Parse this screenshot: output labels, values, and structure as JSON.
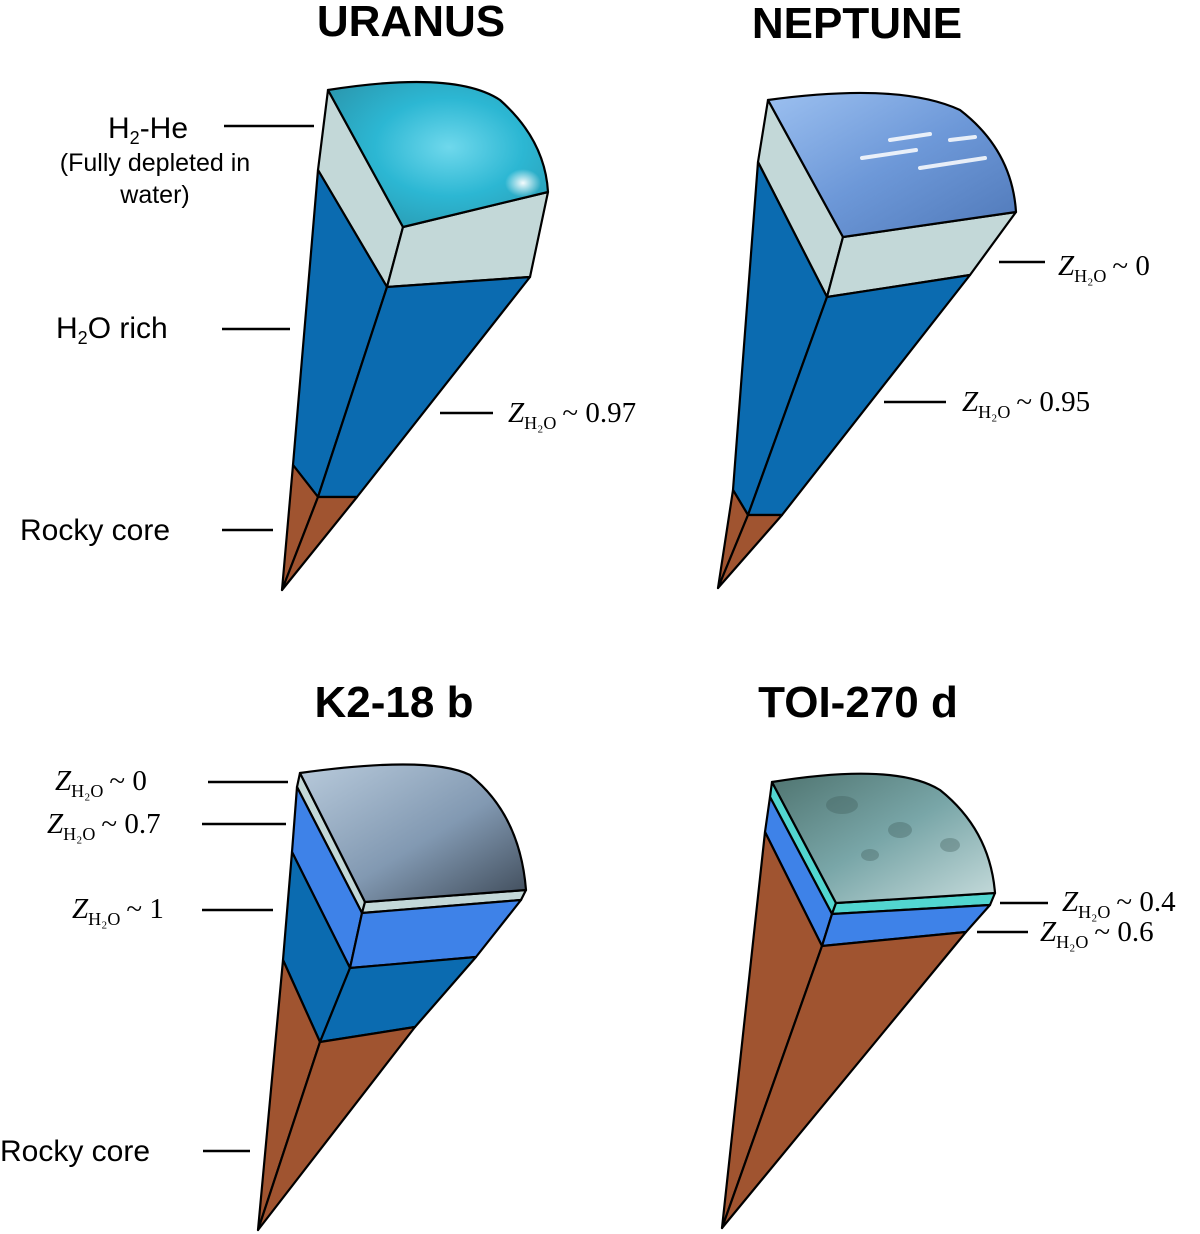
{
  "panels": {
    "uranus": {
      "title": "URANUS",
      "labels": {
        "h2he": {
          "main": "H",
          "sub": "2",
          "rest": "-He"
        },
        "h2he_note_1": "(Fully depleted in",
        "h2he_note_2": "water)",
        "h2o_rich": {
          "main": "H",
          "sub": "2",
          "rest": "O rich"
        },
        "rocky_core": "Rocky core"
      },
      "z_labels": [
        {
          "z": "Z",
          "sub": "H₂O",
          "value": "~ 0.97"
        }
      ]
    },
    "neptune": {
      "title": "NEPTUNE",
      "z_labels": [
        {
          "z": "Z",
          "sub": "H₂O",
          "value": "~ 0"
        },
        {
          "z": "Z",
          "sub": "H₂O",
          "value": "~ 0.95"
        }
      ]
    },
    "k2_18b": {
      "title": "K2-18 b",
      "labels": {
        "rocky_core": "Rocky core"
      },
      "z_labels": [
        {
          "z": "Z",
          "sub": "H₂O",
          "value": "~ 0"
        },
        {
          "z": "Z",
          "sub": "H₂O",
          "value": "~ 0.7"
        },
        {
          "z": "Z",
          "sub": "H₂O",
          "value": "~ 1"
        }
      ]
    },
    "toi_270d": {
      "title": "TOI-270 d",
      "z_labels": [
        {
          "z": "Z",
          "sub": "H₂O",
          "value": "~ 0.4"
        },
        {
          "z": "Z",
          "sub": "H₂O",
          "value": "~ 0.6"
        }
      ]
    }
  },
  "colors": {
    "envelope_gas": "#c3d8d8",
    "water_dark": "#0b6bb0",
    "water_light": "#3e82e8",
    "thin_cyan": "#52d6d0",
    "rock": "#a05430",
    "uranus_surface": "#2cb7d3",
    "neptune_surface": "#6d98d8",
    "k2_surface": "#8fa6bf",
    "toi_surface": "#6e9a9e"
  }
}
